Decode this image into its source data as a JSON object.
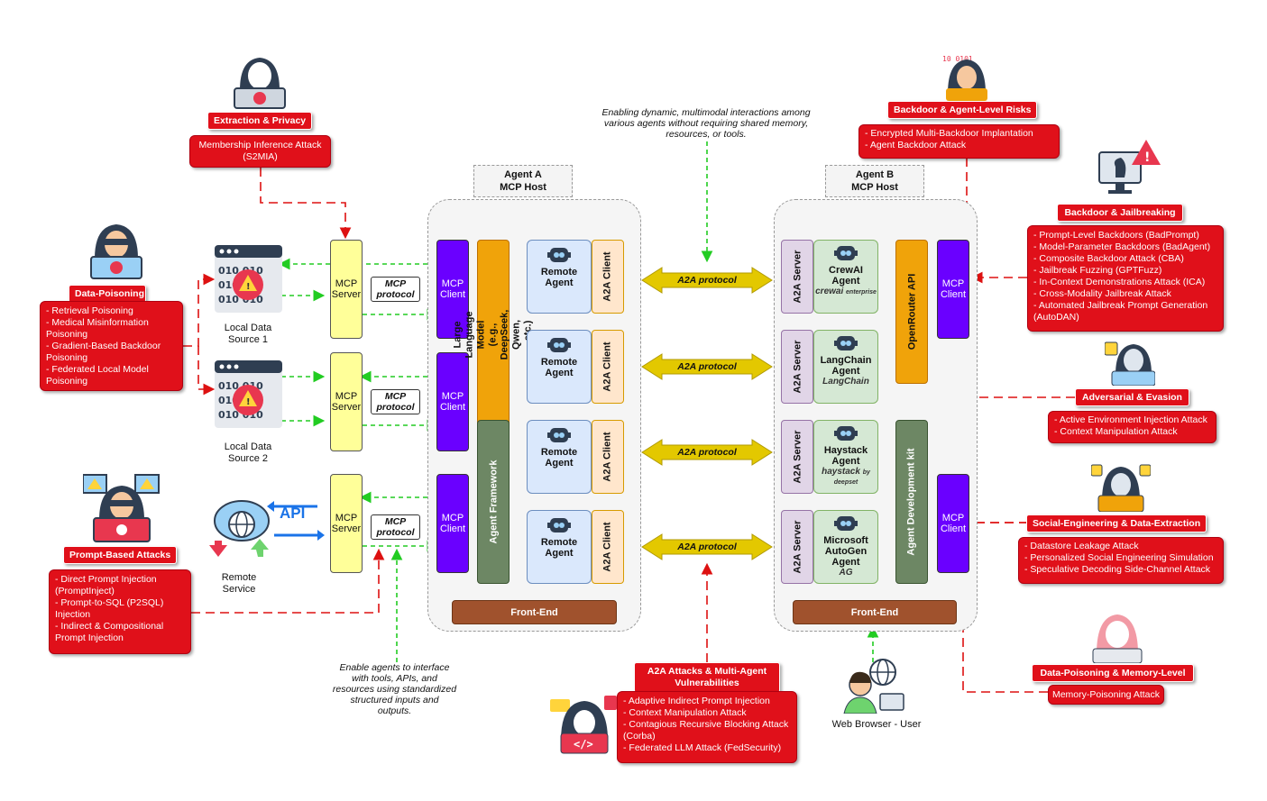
{
  "agent_a": {
    "label_line1": "Agent A",
    "label_line2": "MCP Host",
    "llm": "Large Language Model (e.g., DeepSeek, Qwen, ...etc.)",
    "framework": "Agent Framework",
    "front_end": "Front-End"
  },
  "agent_b": {
    "label_line1": "Agent B",
    "label_line2": "MCP Host",
    "openrouter": "OpenRouter API",
    "adk": "Agent Development kit",
    "front_end": "Front-End"
  },
  "mcp": {
    "server_line1": "MCP",
    "server_line2": "Server",
    "client_line1": "MCP",
    "client_line2": "Client",
    "protocol_line1": "MCP",
    "protocol_line2": "protocol"
  },
  "remote_agent": {
    "line1": "Remote",
    "line2": "Agent"
  },
  "a2a": {
    "client": "A2A Client",
    "server": "A2A Server",
    "protocol": "A2A protocol"
  },
  "agents_b": [
    {
      "line1": "CrewAI",
      "line2": "Agent",
      "line3": "",
      "logo": "crewai",
      "logo_sub": "enterprise"
    },
    {
      "line1": "LangChain",
      "line2": "Agent",
      "line3": "",
      "logo": "LangChain",
      "logo_sub": ""
    },
    {
      "line1": "Haystack",
      "line2": "Agent",
      "line3": "",
      "logo": "haystack",
      "logo_sub": "by deepset"
    },
    {
      "line1": "Microsoft",
      "line2": "AutoGen",
      "line3": "Agent",
      "logo": "AG",
      "logo_sub": ""
    }
  ],
  "sources": {
    "local1_line1": "Local Data",
    "local1_line2": "Source 1",
    "local2_line1": "Local Data",
    "local2_line2": "Source 2",
    "remote_line1": "Remote",
    "remote_line2": "Service",
    "api": "API"
  },
  "notes": {
    "a2a_line1": "Enabling dynamic, multimodal interactions among",
    "a2a_line2": "various agents without requiring shared memory,",
    "a2a_line3": "resources, or tools.",
    "mcp_line1": "Enable agents to interface",
    "mcp_line2": "with tools, APIs, and",
    "mcp_line3": "resources using standardized",
    "mcp_line4": "structured inputs and",
    "mcp_line5": "outputs."
  },
  "user": "Web Browser - User",
  "threats": {
    "extraction": {
      "title": "Extraction & Privacy",
      "items": [
        "Membership Inference Attack",
        "(S2MIA)"
      ]
    },
    "data_poisoning": {
      "title": "Data-Poisoning",
      "items": [
        "- Retrieval Poisoning",
        "- Medical Misinformation Poisoning",
        "- Gradient-Based Backdoor Poisoning",
        "- Federated Local Model Poisoning"
      ]
    },
    "prompt": {
      "title": "Prompt-Based Attacks",
      "items": [
        "- Direct Prompt Injection (PromptInject)",
        "- Prompt-to-SQL (P2SQL) Injection",
        "- Indirect & Compositional Prompt Injection"
      ]
    },
    "backdoor_agent": {
      "title": "Backdoor & Agent-Level Risks",
      "items": [
        "- Encrypted Multi-Backdoor Implantation",
        "- Agent Backdoor Attack"
      ]
    },
    "backdoor_jb": {
      "title": "Backdoor & Jailbreaking",
      "items": [
        "- Prompt-Level Backdoors (BadPrompt)",
        "- Model-Parameter Backdoors (BadAgent)",
        "- Composite Backdoor Attack (CBA)",
        "- Jailbreak Fuzzing (GPTFuzz)",
        "- In-Context Demonstrations Attack (ICA)",
        "- Cross-Modality Jailbreak Attack",
        "- Automated Jailbreak Prompt Generation (AutoDAN)"
      ]
    },
    "adversarial": {
      "title": "Adversarial & Evasion",
      "items": [
        "- Active Environment Injection Attack",
        "- Context Manipulation Attack"
      ]
    },
    "social": {
      "title": "Social-Engineering & Data-Extraction",
      "items": [
        "- Datastore Leakage Attack",
        "- Personalized Social Engineering Simulation",
        "- Speculative Decoding Side-Channel Attack"
      ]
    },
    "memory": {
      "title": "Data-Poisoning & Memory-Level",
      "items": [
        "Memory-Poisoning Attack"
      ]
    },
    "a2a_attacks": {
      "title_line1": "A2A Attacks & Multi-Agent",
      "title_line2": "Vulnerabilities",
      "items": [
        "- Adaptive Indirect Prompt Injection",
        "- Context Manipulation Attack",
        "- Contagious Recursive Blocking Attack (Corba)",
        "- Federated LLM Attack (FedSecurity)"
      ]
    }
  },
  "colors": {
    "threat": "#e0101a",
    "mcp_client": "#6a00ff",
    "mcp_server": "#ffff99",
    "a2a_protocol": "#e3c800",
    "arrow_green": "#22cc22",
    "arrow_red": "#dd1111"
  },
  "icons": [
    "hacker-icon",
    "database-warning-icon",
    "cloud-globe-icon",
    "robot-icon",
    "user-browser-icon",
    "chess-warning-icon",
    "code-hacker-icon"
  ]
}
